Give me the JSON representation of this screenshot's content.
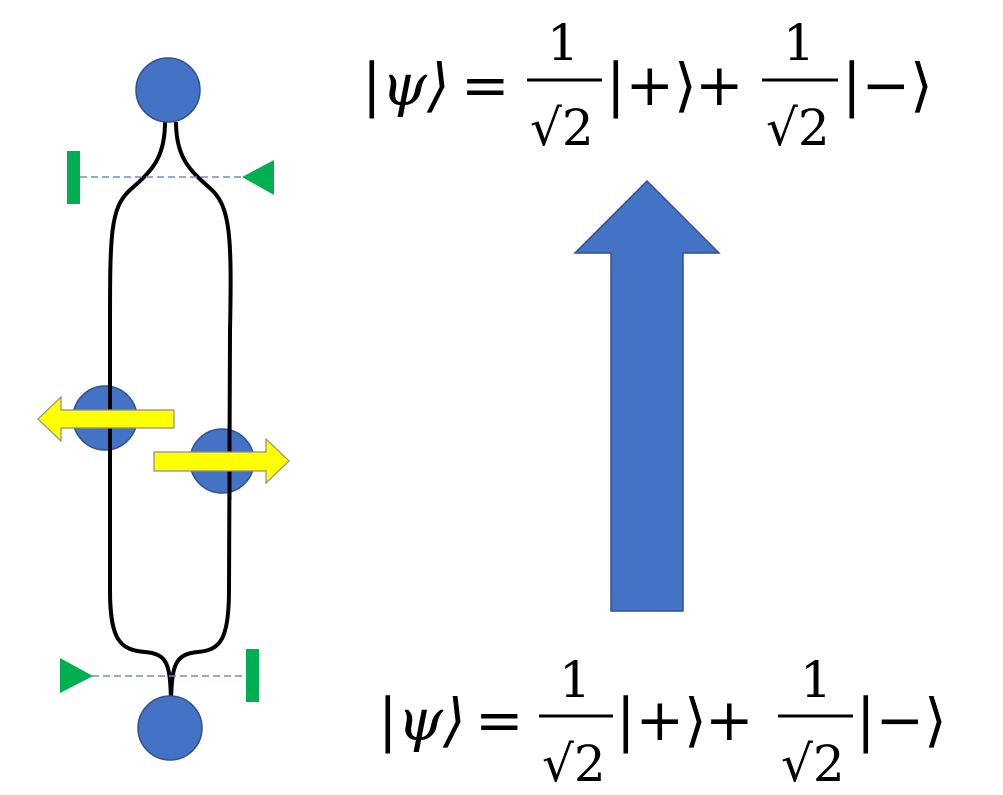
{
  "colors": {
    "node": "#4472C4",
    "arrow": "#4472C4",
    "spin_arrow": "#FFFF00",
    "detector": "#00B050",
    "beam": "#6F8FC8",
    "path": "#000000"
  },
  "equations": {
    "top": {
      "ket_psi": "|ψ⟩",
      "equals": "=",
      "numerator_1": "1",
      "radical_1": "√2",
      "ket_plus": "|+⟩",
      "plus": "+",
      "numerator_2": "1",
      "radical_2": "√2",
      "ket_minus": "|−⟩"
    },
    "bottom": {
      "ket_psi": "|ψ⟩",
      "equals": "=",
      "numerator_1": "1",
      "radical_1": "√2",
      "ket_plus": "|+⟩",
      "plus": "+",
      "numerator_2": "1",
      "radical_2": "√2",
      "ket_minus": "|−⟩"
    }
  },
  "icons": {
    "spin_left": "left-arrow-icon",
    "spin_right": "right-arrow-icon",
    "main_arrow": "up-arrow-icon",
    "emitter": "triangle-icon",
    "detector": "bar-icon"
  }
}
